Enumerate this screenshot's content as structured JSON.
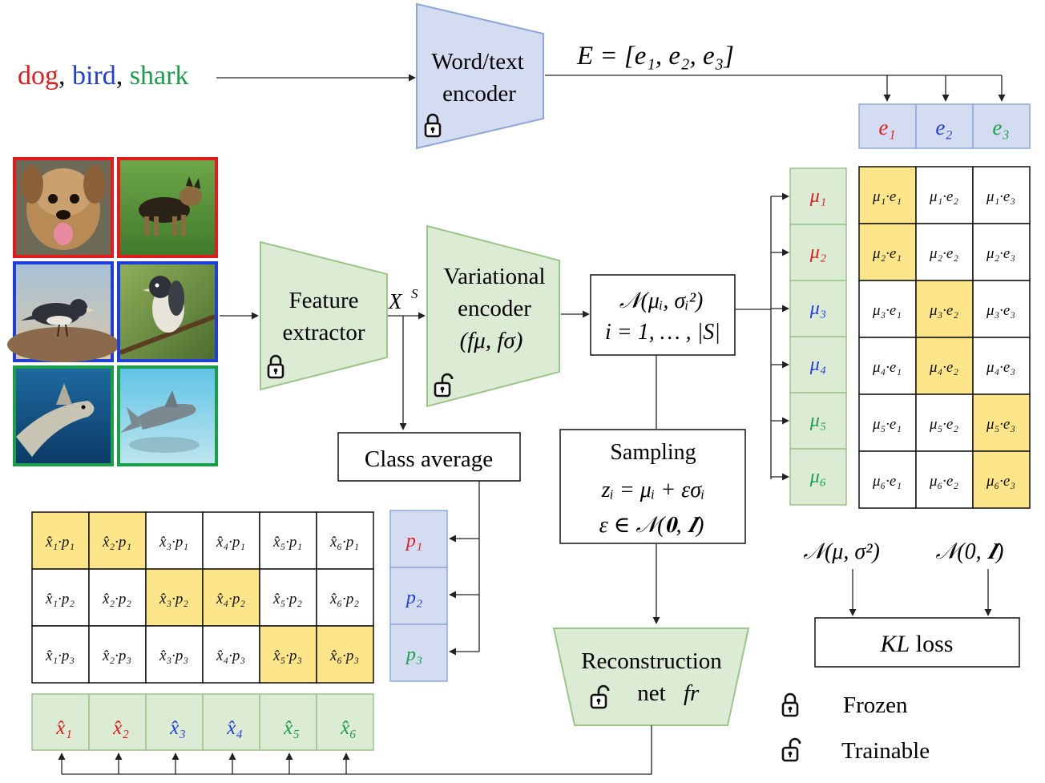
{
  "input_classes": [
    {
      "label": "dog",
      "color": "#e41a1c"
    },
    {
      "label": "bird",
      "color": "#1f3fd8"
    },
    {
      "label": "shark",
      "color": "#1a9e4a"
    }
  ],
  "input_separator": ", ",
  "word_encoder": {
    "line1": "Word/text",
    "line2": "encoder"
  },
  "embedding_eq": "E = [e₁, e₂, e₃]",
  "embeddings": [
    "e₁",
    "e₂",
    "e₃"
  ],
  "feature_extractor": {
    "line1": "Feature",
    "line2": "extractor"
  },
  "feature_label": "X",
  "feature_superscript": "S",
  "variational_encoder": {
    "line1": "Variational",
    "line2": "encoder",
    "line3": "(fμ, fσ)"
  },
  "gaussian_box": {
    "line1": "𝒩(μᵢ, σᵢ²)",
    "line2": "i = 1, … , |S|"
  },
  "means": [
    "μ₁",
    "μ₂",
    "μ₃",
    "μ₄",
    "μ₅",
    "μ₆"
  ],
  "mean_colors": [
    "#e41a1c",
    "#e41a1c",
    "#1f3fd8",
    "#1f3fd8",
    "#1a9e4a",
    "#1a9e4a"
  ],
  "similarity_matrix": [
    [
      "μ₁·e₁",
      "μ₁·e₂",
      "μ₁·e₃"
    ],
    [
      "μ₂·e₁",
      "μ₂·e₂",
      "μ₂·e₃"
    ],
    [
      "μ₃·e₁",
      "μ₃·e₂",
      "μ₃·e₃"
    ],
    [
      "μ₄·e₁",
      "μ₄·e₂",
      "μ₄·e₃"
    ],
    [
      "μ₅·e₁",
      "μ₅·e₂",
      "μ₅·e₃"
    ],
    [
      "μ₆·e₁",
      "μ₆·e₂",
      "μ₆·e₃"
    ]
  ],
  "similarity_highlight": [
    [
      0,
      0
    ],
    [
      1,
      0
    ],
    [
      2,
      1
    ],
    [
      3,
      1
    ],
    [
      4,
      2
    ],
    [
      5,
      2
    ]
  ],
  "class_average": "Class average",
  "prototypes": [
    "p₁",
    "p₂",
    "p₃"
  ],
  "proto_colors": [
    "#e41a1c",
    "#1f3fd8",
    "#1a9e4a"
  ],
  "sampling_box": {
    "line1": "Sampling",
    "line2": "zᵢ = μᵢ + εσᵢ",
    "line3": "ε ∈ 𝒩(𝟎, 𝑰)"
  },
  "recon_matrix": [
    [
      "x̂₁·p₁",
      "x̂₂·p₁",
      "x̂₃·p₁",
      "x̂₄·p₁",
      "x̂₅·p₁",
      "x̂₆·p₁"
    ],
    [
      "x̂₁·p₂",
      "x̂₂·p₂",
      "x̂₃·p₂",
      "x̂₄·p₂",
      "x̂₅·p₂",
      "x̂₆·p₂"
    ],
    [
      "x̂₁·p₃",
      "x̂₂·p₃",
      "x̂₃·p₃",
      "x̂₄·p₃",
      "x̂₅·p₃",
      "x̂₆·p₃"
    ]
  ],
  "recon_highlight": [
    [
      0,
      0
    ],
    [
      0,
      1
    ],
    [
      1,
      2
    ],
    [
      1,
      3
    ],
    [
      2,
      4
    ],
    [
      2,
      5
    ]
  ],
  "reconstructions": [
    "x̂₁",
    "x̂₂",
    "x̂₃",
    "x̂₄",
    "x̂₅",
    "x̂₆"
  ],
  "recon_net": {
    "line1": "Reconstruction",
    "line2": "net",
    "line3": "fr"
  },
  "kl_inputs": [
    "𝒩(μ, σ²)",
    "𝒩(0, 𝑰)"
  ],
  "kl_loss": {
    "italic": "KL",
    "rest": " loss"
  },
  "legend": {
    "frozen": "Frozen",
    "trainable": "Trainable"
  },
  "colors": {
    "red": "#e41a1c",
    "blue": "#1f3fd8",
    "green": "#1a9e4a",
    "green_fill": "#dcebd4",
    "green_stroke": "#9cc58a",
    "blue_fill": "#d4dcf2",
    "blue_stroke": "#8da8d8",
    "highlight": "#fde68a"
  },
  "image_tiles": [
    {
      "subject": "dog",
      "frame": "#e41a1c"
    },
    {
      "subject": "dog",
      "frame": "#e41a1c"
    },
    {
      "subject": "bird",
      "frame": "#1f3fd8"
    },
    {
      "subject": "bird",
      "frame": "#1f3fd8"
    },
    {
      "subject": "shark",
      "frame": "#1a9e4a"
    },
    {
      "subject": "shark",
      "frame": "#1a9e4a"
    }
  ]
}
